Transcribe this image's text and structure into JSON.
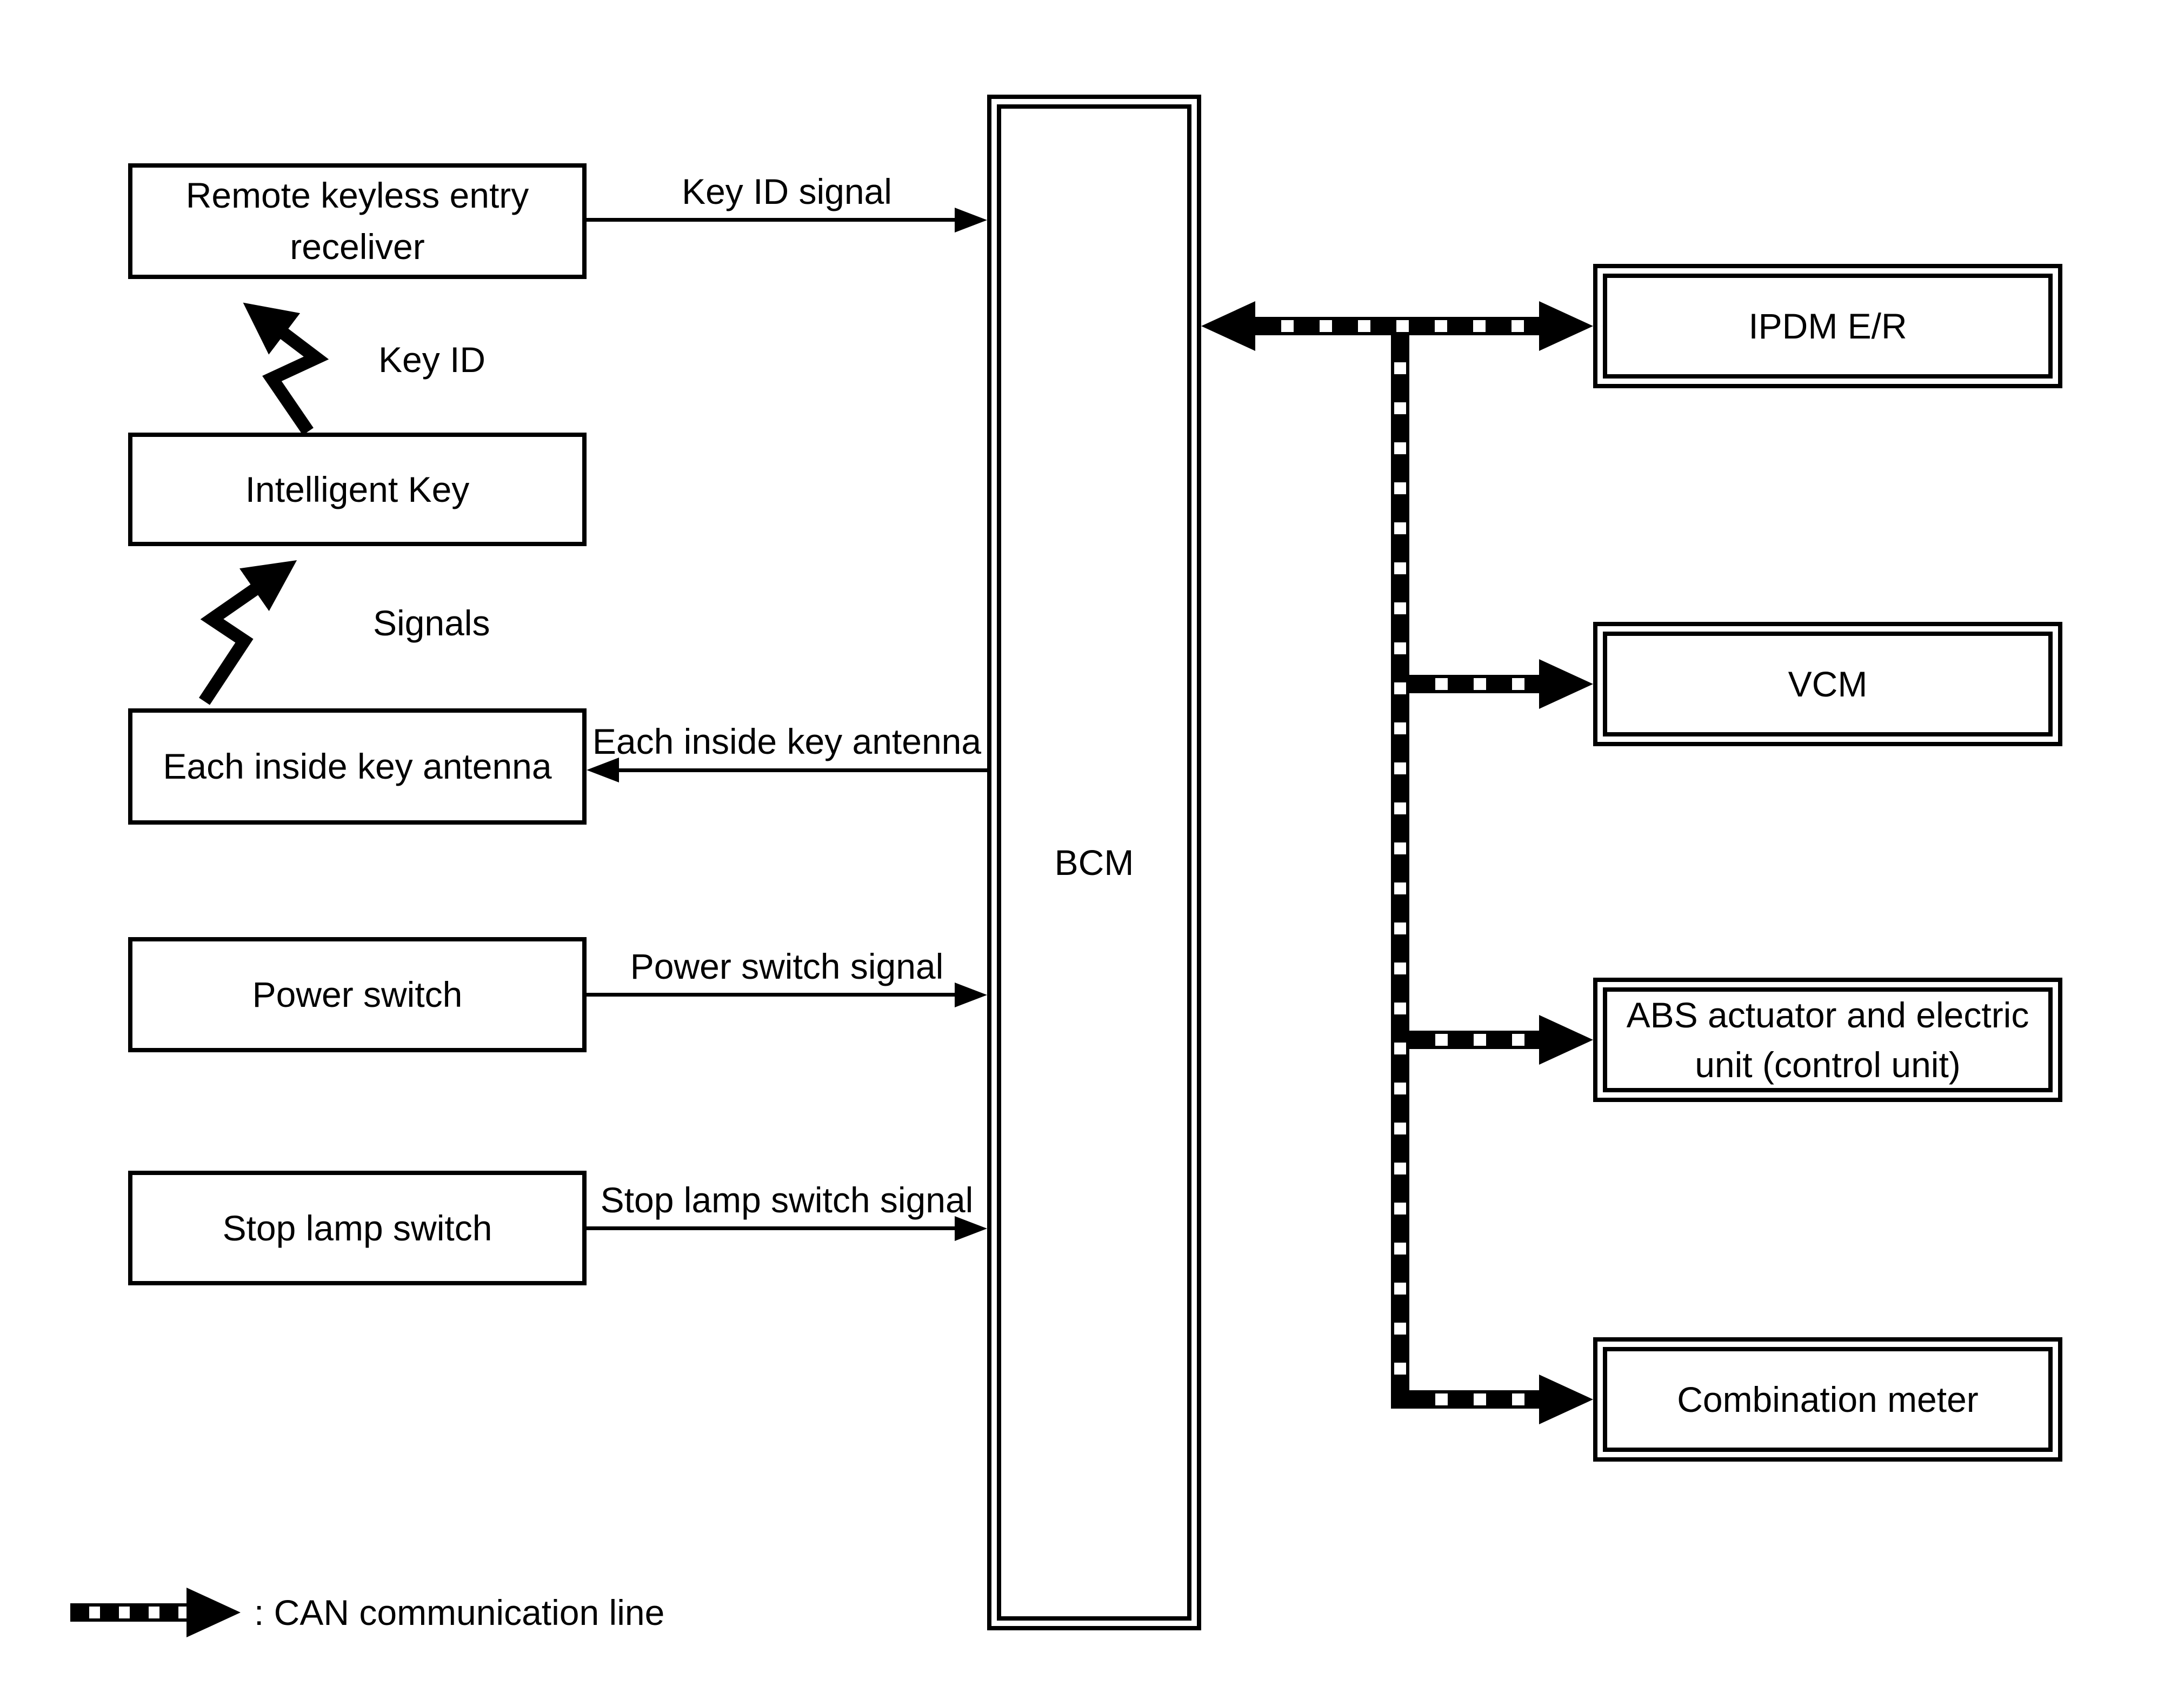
{
  "nodes": {
    "remote_keyless_receiver": {
      "line1": "Remote keyless entry",
      "line2": "receliver"
    },
    "intelligent_key": "Intelligent Key",
    "each_inside_key_antenna": "Each inside key antenna",
    "power_switch": "Power switch",
    "stop_lamp_switch": "Stop lamp switch",
    "bcm": "BCM",
    "ipdm": "IPDM E/R",
    "vcm": "VCM",
    "abs_unit": {
      "line1": "ABS actuator and electric",
      "line2": "unit (control unit)"
    },
    "combination_meter": "Combination meter"
  },
  "signal_labels": {
    "key_id_signal": "Key ID signal",
    "key_id": "Key ID",
    "signals": "Signals",
    "each_inside_key_antenna": "Each inside key antenna",
    "power_switch_signal": "Power switch signal",
    "stop_lamp_switch_signal": "Stop lamp switch signal"
  },
  "legend": {
    "can_line_label": ": CAN communication line"
  },
  "colors": {
    "line": "#000000",
    "background": "#ffffff"
  }
}
